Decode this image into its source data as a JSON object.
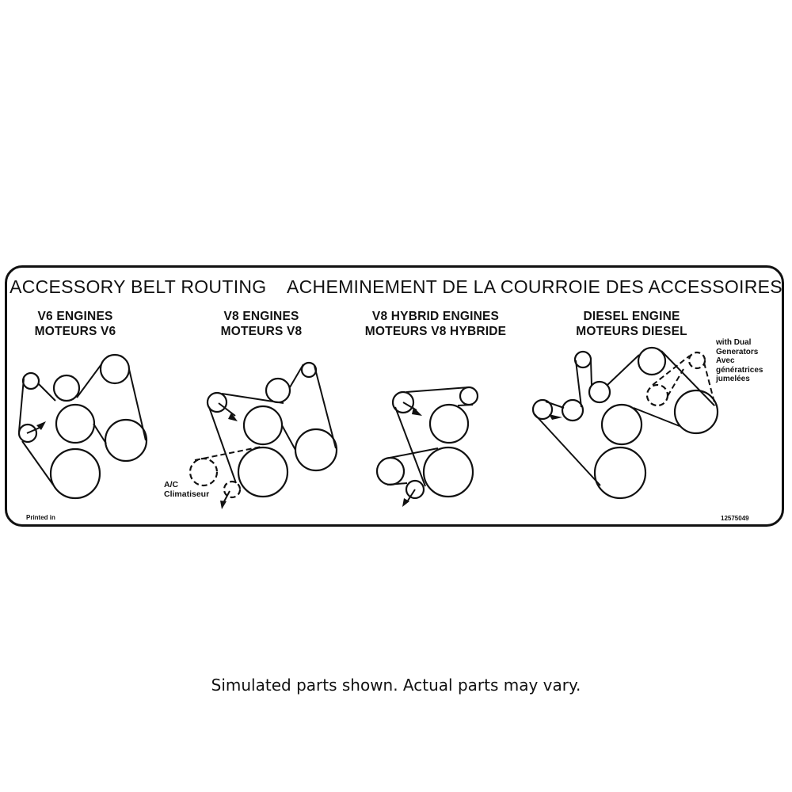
{
  "label": {
    "title_en": "ACCESSORY BELT ROUTING",
    "title_fr": "ACHEMINEMENT DE LA COURROIE DES ACCESSOIRES",
    "sections": [
      {
        "line1": "V6 ENGINES",
        "line2": "MOTEURS V6"
      },
      {
        "line1": "V8 ENGINES",
        "line2": "MOTEURS V8"
      },
      {
        "line1": "V8 HYBRID ENGINES",
        "line2": "MOTEURS V8 HYBRIDE"
      },
      {
        "line1": "DIESEL ENGINE",
        "line2": "MOTEURS DIESEL"
      }
    ],
    "ac_label": {
      "line1": "A/C",
      "line2": "Climatiseur"
    },
    "dual_gen_note": [
      "with Dual",
      "Generators",
      "Avec",
      "génératrices",
      "jumelées"
    ],
    "printed_in": "Printed in",
    "part_number": "12575049"
  },
  "disclaimer": "Simulated parts shown. Actual parts may vary."
}
